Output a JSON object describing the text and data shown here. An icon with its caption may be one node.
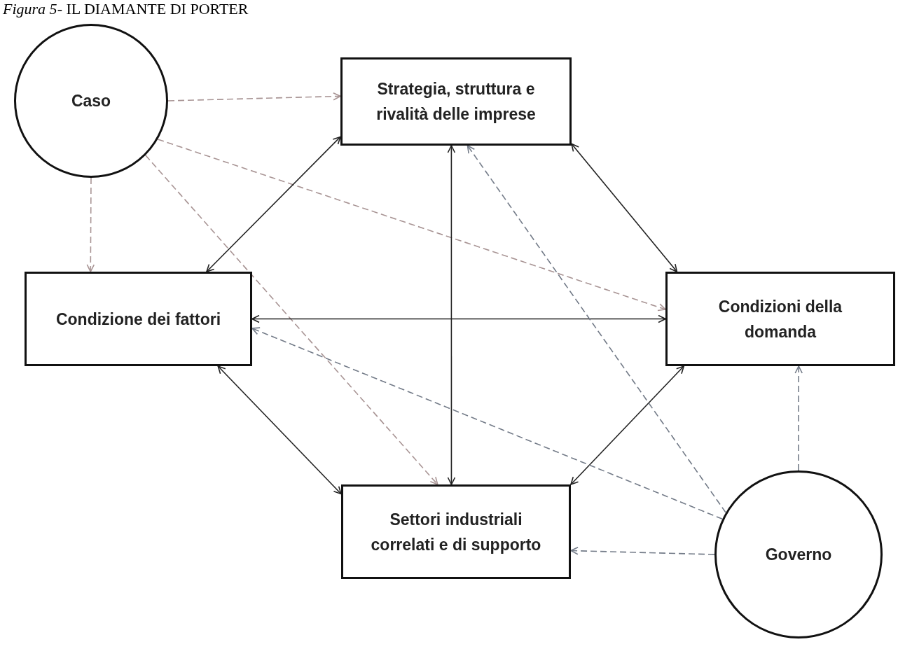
{
  "diagram": {
    "title": "*Figura 5*- IL DIAMANTE DI PORTER",
    "nodes": [
      {
        "text": [
          "Caso"
        ]
      },
      {
        "text": [
          "Strategia, struttura e rivalità delle imprese"
        ]
      },
      {
        "text": [
          "Condizione dei fattori"
        ]
      },
      {
        "text": [
          "Condizioni della domanda"
        ]
      },
      {
        "text": [
          "Settori industriali correlati e di supporto"
        ]
      },
      {
        "text": [
          "Governo"
        ]
      }
    ],
    "edges": [
      {
        "from": 0,
        "to": 1,
        "arrow": "to",
        "style": "dashed",
        "color": "#a89494"
      },
      {
        "from": 0,
        "to": 2,
        "arrow": "to",
        "style": "dashed",
        "color": "#a89494"
      },
      {
        "from": 0,
        "to": 3,
        "arrow": "to",
        "style": "dashed",
        "color": "#a89494"
      },
      {
        "from": 0,
        "to": 4,
        "arrow": "to",
        "style": "dashed",
        "color": "#a89494"
      },
      {
        "from": 1,
        "to": 2,
        "arrow": "both"
      },
      {
        "from": 1,
        "to": 3,
        "arrow": "both"
      },
      {
        "from": 1,
        "to": 4,
        "arrow": "both"
      },
      {
        "from": 2,
        "to": 3,
        "arrow": "both"
      },
      {
        "from": 2,
        "to": 4,
        "arrow": "both"
      },
      {
        "from": 3,
        "to": 4,
        "arrow": "both"
      },
      {
        "from": 5,
        "to": 1,
        "arrow": "to",
        "style": "dashed",
        "color": "#737b88"
      },
      {
        "from": 5,
        "to": 2,
        "arrow": "to",
        "style": "dashed",
        "color": "#737b88"
      },
      {
        "from": 5,
        "to": 3,
        "arrow": "to",
        "style": "dashed",
        "color": "#737b88"
      },
      {
        "from": 5,
        "to": 4,
        "arrow": "to",
        "style": "dashed",
        "color": "#737b88"
      }
    ]
  }
}
